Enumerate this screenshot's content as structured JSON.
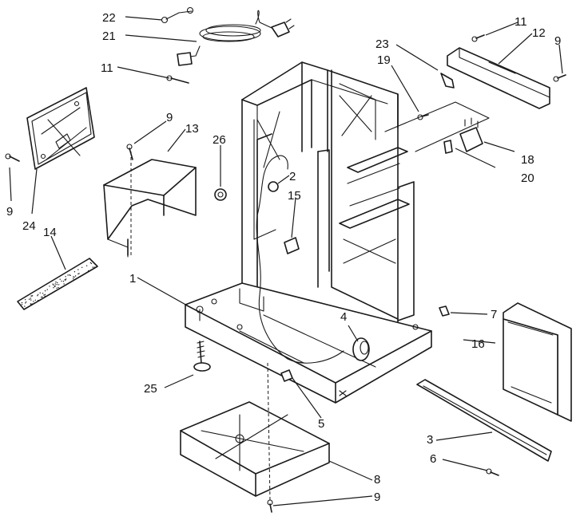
{
  "diagram": {
    "callouts": [
      {
        "id": "c22",
        "text": "22"
      },
      {
        "id": "c21",
        "text": "21"
      },
      {
        "id": "c11a",
        "text": "11"
      },
      {
        "id": "c9a",
        "text": "9"
      },
      {
        "id": "c13",
        "text": "13"
      },
      {
        "id": "c26",
        "text": "26"
      },
      {
        "id": "c2",
        "text": "2"
      },
      {
        "id": "c15",
        "text": "15"
      },
      {
        "id": "c9b",
        "text": "9"
      },
      {
        "id": "c24",
        "text": "24"
      },
      {
        "id": "c14",
        "text": "14"
      },
      {
        "id": "c1",
        "text": "1"
      },
      {
        "id": "c25",
        "text": "25"
      },
      {
        "id": "c23",
        "text": "23"
      },
      {
        "id": "c19",
        "text": "19"
      },
      {
        "id": "c11b",
        "text": "11"
      },
      {
        "id": "c12",
        "text": "12"
      },
      {
        "id": "c9c",
        "text": "9"
      },
      {
        "id": "c18",
        "text": "18"
      },
      {
        "id": "c20",
        "text": "20"
      },
      {
        "id": "c4",
        "text": "4"
      },
      {
        "id": "c7",
        "text": "7"
      },
      {
        "id": "c16",
        "text": "16"
      },
      {
        "id": "c5",
        "text": "5"
      },
      {
        "id": "c3",
        "text": "3"
      },
      {
        "id": "c6",
        "text": "6"
      },
      {
        "id": "c8",
        "text": "8"
      },
      {
        "id": "c9d",
        "text": "9"
      }
    ]
  }
}
